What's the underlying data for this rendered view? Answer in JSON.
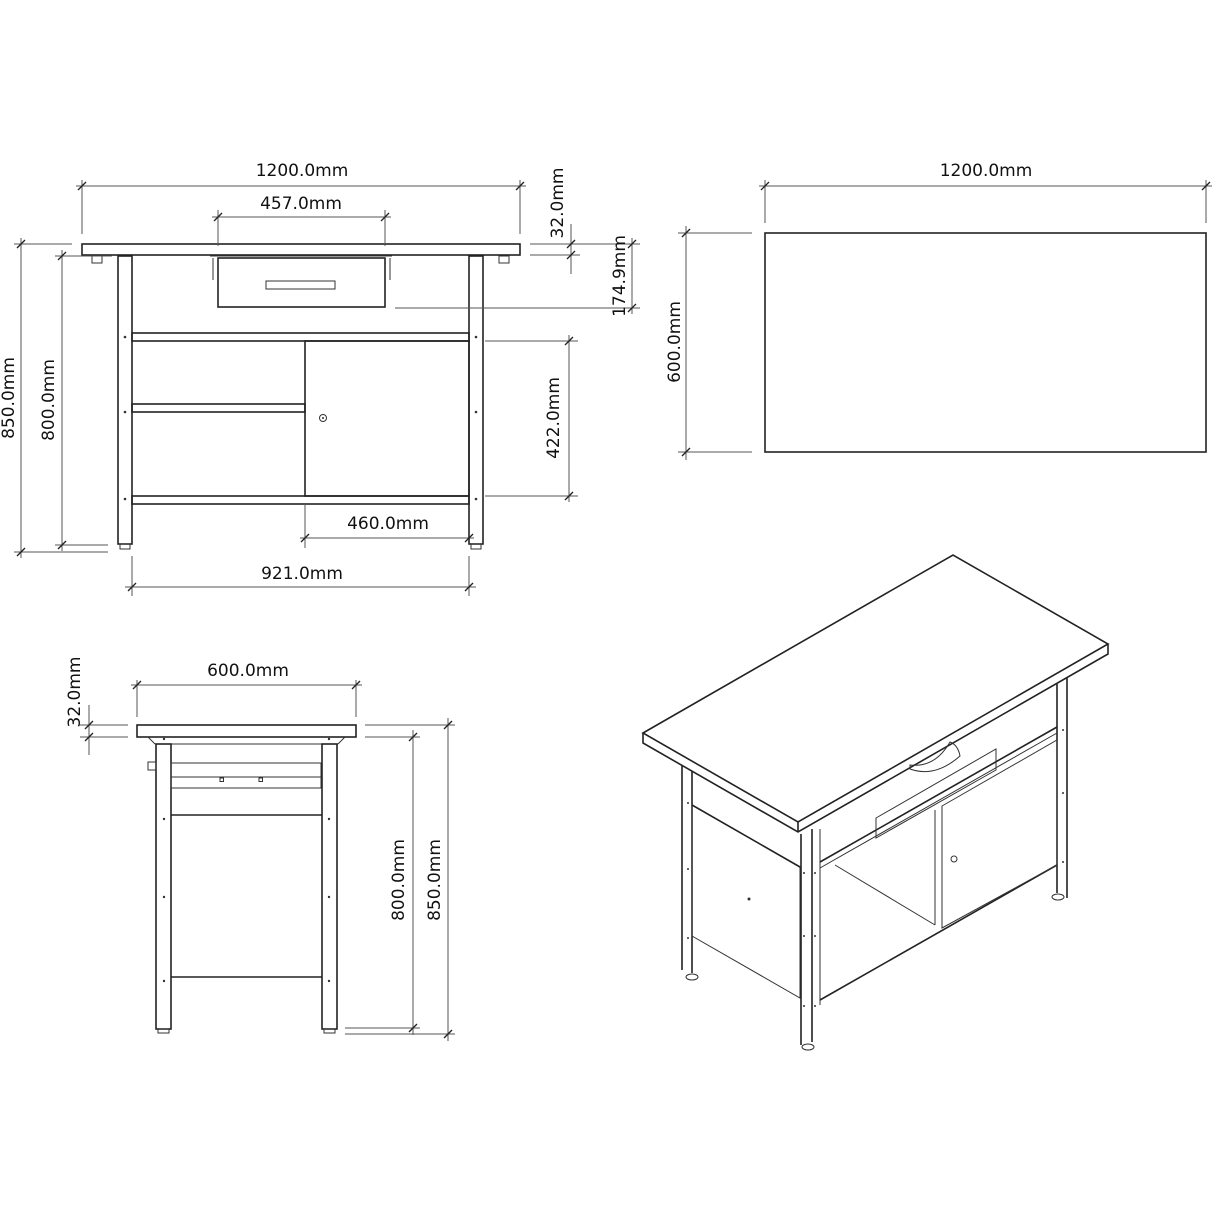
{
  "drawing": {
    "subject": "Workbench with drawer and cabinet",
    "line_color": "#222222",
    "background": "#ffffff"
  },
  "front_view": {
    "overall_width": "1200.0mm",
    "drawer_width": "457.0mm",
    "top_thickness": "32.0mm",
    "drawer_height": "174.9mm",
    "overall_height": "850.0mm",
    "frame_height": "800.0mm",
    "door_height": "422.0mm",
    "door_width": "460.0mm",
    "leg_spacing": "921.0mm"
  },
  "top_view": {
    "width": "1200.0mm",
    "depth": "600.0mm"
  },
  "side_view": {
    "depth": "600.0mm",
    "top_thickness": "32.0mm",
    "frame_height": "800.0mm",
    "overall_height": "850.0mm"
  },
  "iso_view": {
    "label": ""
  }
}
